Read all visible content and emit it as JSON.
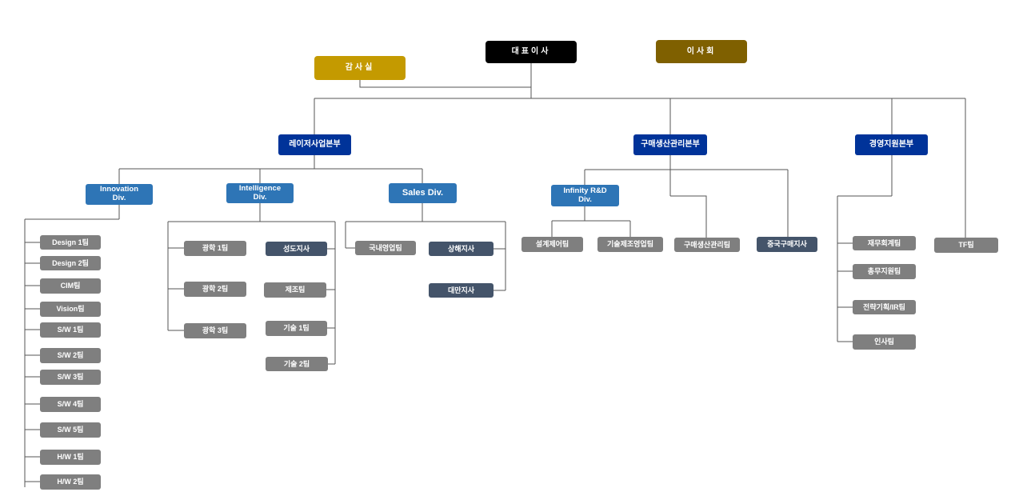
{
  "colors": {
    "exec": "#000000",
    "audit": "#c49a00",
    "board": "#7f6000",
    "headquarters": "#003399",
    "division": "#2e75b6",
    "team": "#7f7f7f",
    "branch": "#44546a",
    "connector": "#555555"
  },
  "top": {
    "ceo": "대표이사",
    "audit": "감사실",
    "board": "이사회"
  },
  "laser_hq": {
    "label": "레이저사업본부",
    "innovation": {
      "label": "Innovation\nDiv.",
      "teams": [
        "Design 1팀",
        "Design 2팀",
        "CIM팀",
        "Vision팀",
        "S/W 1팀",
        "S/W 2팀",
        "S/W 3팀",
        "S/W 4팀",
        "S/W 5팀",
        "H/W 1팀",
        "H/W 2팀"
      ]
    },
    "intelligence": {
      "label": "Intelligence\nDiv.",
      "optics": [
        "광학 1팀",
        "광학 2팀",
        "광학 3팀"
      ],
      "others": [
        "성도지사",
        "제조팀",
        "기술 1팀",
        "기술 2팀"
      ]
    },
    "sales": {
      "label": "Sales Div.",
      "domestic": "국내영업팀",
      "shanghai": "상해지사",
      "taiwan": "대만지사"
    }
  },
  "purchase_hq": {
    "label": "구매생산관리본부",
    "infinity": {
      "label": "Infinity R&D\nDiv.",
      "teams": [
        "설계제어팀",
        "기술제조영업팀"
      ]
    },
    "production": "구매생산관리팀",
    "china": "중국구매지사"
  },
  "mgmt_hq": {
    "label": "경영지원본부",
    "teams": [
      "재무회계팀",
      "총무지원팀",
      "전략기획/IR팀",
      "인사팀"
    ]
  },
  "tf": "TF팀"
}
